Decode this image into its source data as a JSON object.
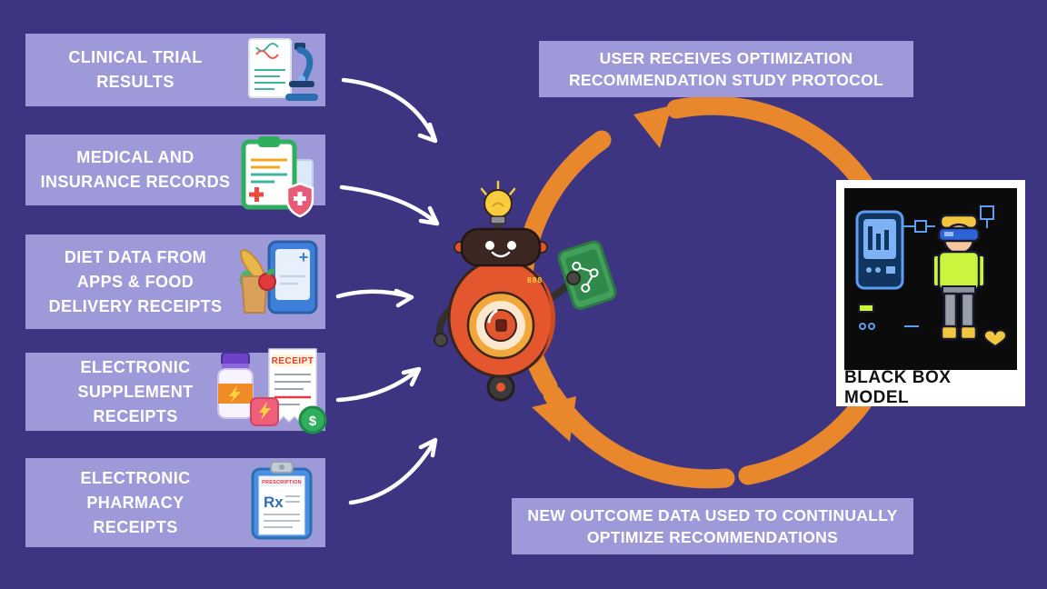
{
  "colors": {
    "background": "#3e3582",
    "panel": "#9e99d9",
    "accent_orange": "#e8872b"
  },
  "sources": [
    {
      "label": "CLINICAL TRIAL\nRESULTS",
      "icon": "clinical-trial-icon"
    },
    {
      "label": "MEDICAL AND\nINSURANCE RECORDS",
      "icon": "medical-records-icon"
    },
    {
      "label": "DIET DATA FROM\nAPPS & FOOD\nDELIVERY RECEIPTS",
      "icon": "diet-data-icon"
    },
    {
      "label": "ELECTRONIC\nSUPPLEMENT\nRECEIPTS",
      "icon": "supplement-receipts-icon"
    },
    {
      "label": "ELECTRONIC\nPHARMACY\nRECEIPTS",
      "icon": "pharmacy-receipts-icon"
    }
  ],
  "cycle": {
    "top_label": "USER RECEIVES OPTIMIZATION\nRECOMMENDATION STUDY PROTOCOL",
    "bottom_label": "NEW OUTCOME DATA USED TO CONTINUALLY\nOPTIMIZE RECOMMENDATIONS"
  },
  "model_card": {
    "caption": "BLACK BOX MODEL"
  },
  "robot": {
    "display": "888"
  },
  "icon_text": {
    "receipt": "RECEIPT",
    "dollar": "$",
    "prescription": "PRESCRIPTION",
    "rx": "Rx",
    "plus": "+"
  }
}
